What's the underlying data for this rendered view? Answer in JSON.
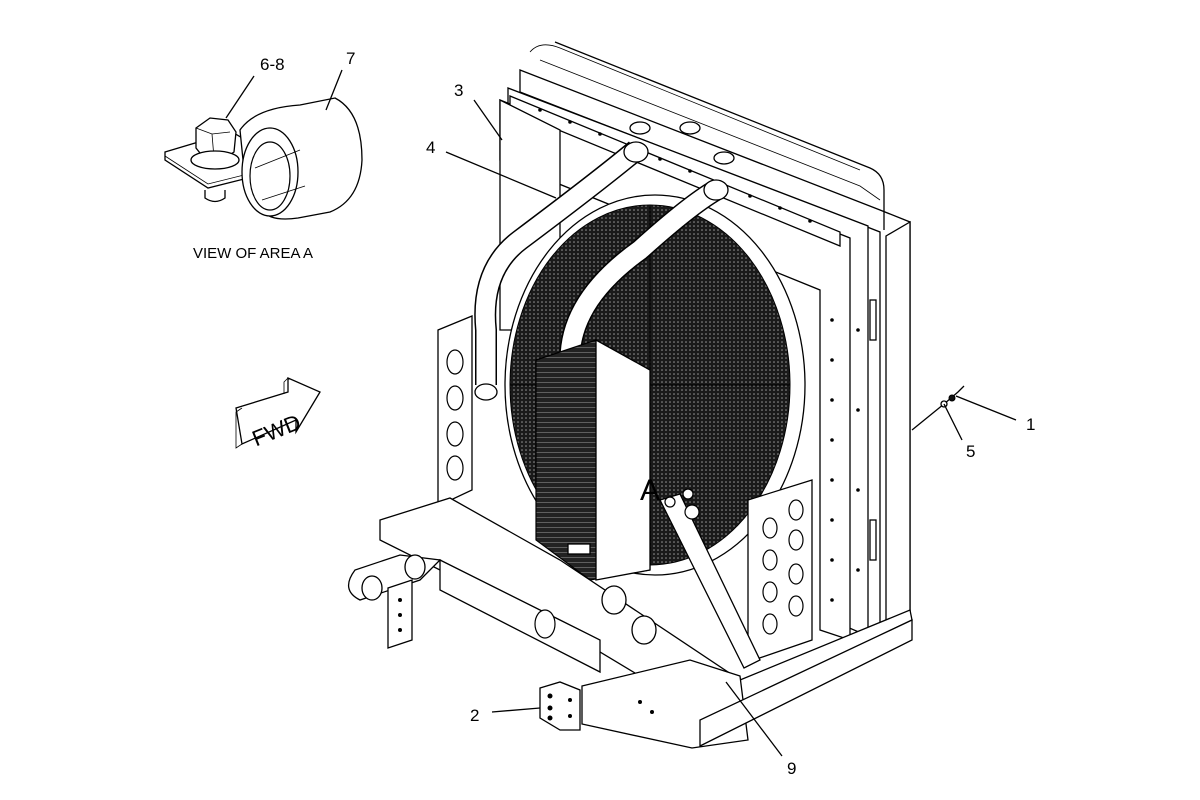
{
  "diagram": {
    "title": "Radiator and cooling package assembly",
    "inset": {
      "caption": "VIEW OF AREA A",
      "callouts": [
        {
          "id": "callout-6-8",
          "label": "6-8",
          "part": "bolt"
        },
        {
          "id": "callout-7",
          "label": "7",
          "part": "clip"
        }
      ]
    },
    "direction_arrow": {
      "label": "FWD"
    },
    "area_marker": {
      "label": "A"
    },
    "callouts": [
      {
        "id": "callout-1",
        "label": "1"
      },
      {
        "id": "callout-2",
        "label": "2"
      },
      {
        "id": "callout-3",
        "label": "3"
      },
      {
        "id": "callout-4",
        "label": "4"
      },
      {
        "id": "callout-5",
        "label": "5"
      },
      {
        "id": "callout-9",
        "label": "9"
      }
    ]
  }
}
